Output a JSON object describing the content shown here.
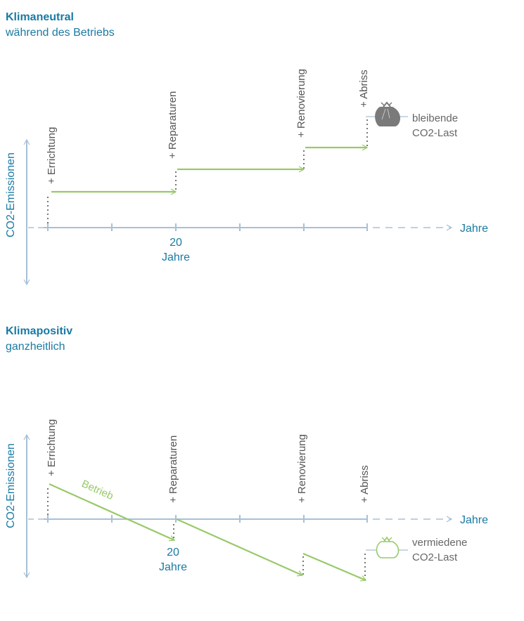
{
  "colors": {
    "title": "#1a7aa3",
    "axis": "#a8c0d6",
    "green": "#98c96a",
    "event_text": "#555555",
    "dotted": "#777777",
    "bag_dark": "#7a7a7a"
  },
  "diagram1": {
    "title": "Klimaneutral",
    "subtitle": "während des Betriebs",
    "y_axis_label": "CO2-Emissionen",
    "x_axis_label": "Jahre",
    "tick_label_value": "20",
    "tick_label_unit": "Jahre",
    "events": [
      {
        "label": "+ Errichtung"
      },
      {
        "label": "+ Reparaturen"
      },
      {
        "label": "+ Renovierung"
      },
      {
        "label": "+ Abriss"
      }
    ],
    "end_note_line1": "bleibende",
    "end_note_line2": "CO2-Last",
    "end_icon": "garbage-bag-filled-icon"
  },
  "diagram2": {
    "title": "Klimapositiv",
    "subtitle": "ganzheitlich",
    "y_axis_label": "CO2-Emissionen",
    "x_axis_label": "Jahre",
    "tick_label_value": "20",
    "tick_label_unit": "Jahre",
    "line_label": "Betrieb",
    "events": [
      {
        "label": "+ Errichtung"
      },
      {
        "label": "+ Reparaturen"
      },
      {
        "label": "+ Renovierung"
      },
      {
        "label": "+ Abriss"
      }
    ],
    "end_note_line1": "vermiedene",
    "end_note_line2": "CO2-Last",
    "end_icon": "garbage-bag-outline-icon"
  }
}
